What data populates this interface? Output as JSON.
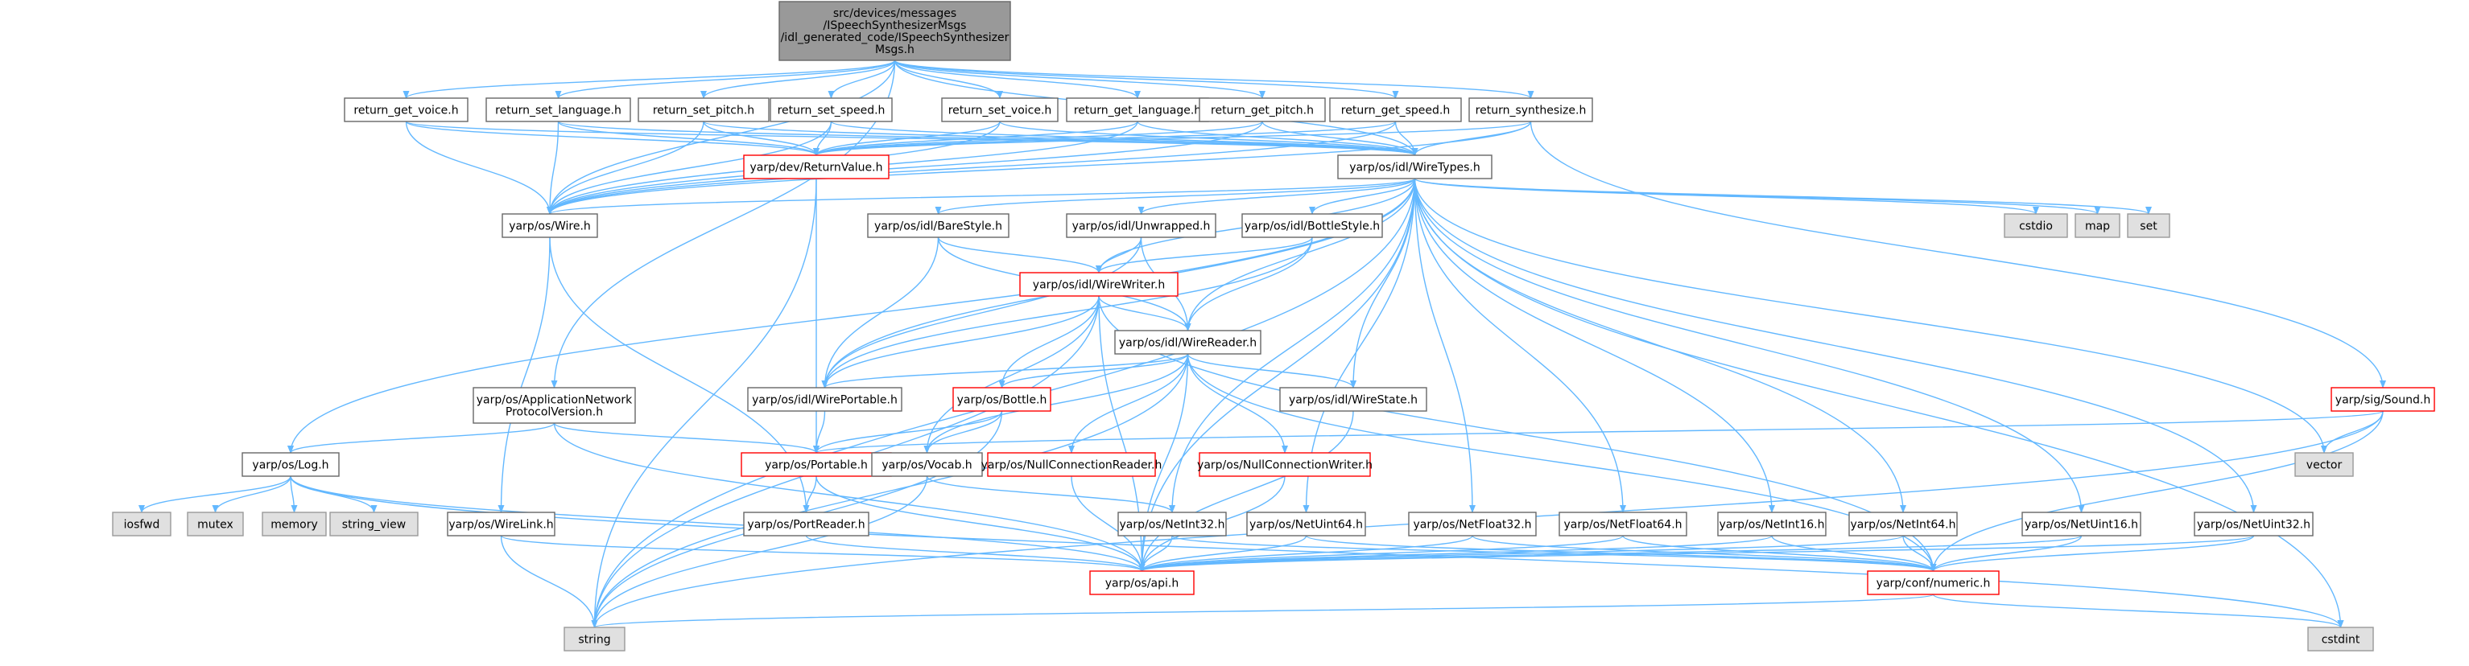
{
  "graph": {
    "colors": {
      "edge": "#63b8ff",
      "root_fill": "#999999",
      "root_stroke": "#666666",
      "node_fill": "#ffffff",
      "node_stroke": "#666666",
      "missing_stroke": "#ff0000",
      "std_fill": "#e0e0e0",
      "std_stroke": "#999999"
    },
    "nodes": [
      {
        "id": "root",
        "kind": "root",
        "lines": [
          "src/devices/messages",
          "/ISpeechSynthesizerMsgs",
          "/idl_generated_code/ISpeechSynthesizer",
          "Msgs.h"
        ]
      },
      {
        "id": "rgv",
        "kind": "normal",
        "lines": [
          "return_get_voice.h"
        ]
      },
      {
        "id": "rsl",
        "kind": "normal",
        "lines": [
          "return_set_language.h"
        ]
      },
      {
        "id": "rsp",
        "kind": "normal",
        "lines": [
          "return_set_pitch.h"
        ]
      },
      {
        "id": "rss",
        "kind": "normal",
        "lines": [
          "return_set_speed.h"
        ]
      },
      {
        "id": "rsv",
        "kind": "normal",
        "lines": [
          "return_set_voice.h"
        ]
      },
      {
        "id": "rgl",
        "kind": "normal",
        "lines": [
          "return_get_language.h"
        ]
      },
      {
        "id": "rgp",
        "kind": "normal",
        "lines": [
          "return_get_pitch.h"
        ]
      },
      {
        "id": "rgs",
        "kind": "normal",
        "lines": [
          "return_get_speed.h"
        ]
      },
      {
        "id": "rsy",
        "kind": "normal",
        "lines": [
          "return_synthesize.h"
        ]
      },
      {
        "id": "retval",
        "kind": "missing",
        "lines": [
          "yarp/dev/ReturnValue.h"
        ]
      },
      {
        "id": "wiretypes",
        "kind": "normal",
        "lines": [
          "yarp/os/idl/WireTypes.h"
        ]
      },
      {
        "id": "wire",
        "kind": "normal",
        "lines": [
          "yarp/os/Wire.h"
        ]
      },
      {
        "id": "barestyle",
        "kind": "normal",
        "lines": [
          "yarp/os/idl/BareStyle.h"
        ]
      },
      {
        "id": "unwrapped",
        "kind": "normal",
        "lines": [
          "yarp/os/idl/Unwrapped.h"
        ]
      },
      {
        "id": "bottlestyle",
        "kind": "normal",
        "lines": [
          "yarp/os/idl/BottleStyle.h"
        ]
      },
      {
        "id": "cstdio",
        "kind": "std",
        "lines": [
          "cstdio"
        ]
      },
      {
        "id": "map",
        "kind": "std",
        "lines": [
          "map"
        ]
      },
      {
        "id": "set",
        "kind": "std",
        "lines": [
          "set"
        ]
      },
      {
        "id": "wirewriter",
        "kind": "missing",
        "lines": [
          "yarp/os/idl/WireWriter.h"
        ]
      },
      {
        "id": "wirereader",
        "kind": "normal",
        "lines": [
          "yarp/os/idl/WireReader.h"
        ]
      },
      {
        "id": "appnet",
        "kind": "normal",
        "lines": [
          "yarp/os/ApplicationNetwork",
          "ProtocolVersion.h"
        ]
      },
      {
        "id": "wireportable",
        "kind": "normal",
        "lines": [
          "yarp/os/idl/WirePortable.h"
        ]
      },
      {
        "id": "bottle",
        "kind": "missing",
        "lines": [
          "yarp/os/Bottle.h"
        ]
      },
      {
        "id": "wirestate",
        "kind": "normal",
        "lines": [
          "yarp/os/idl/WireState.h"
        ]
      },
      {
        "id": "sound",
        "kind": "missing",
        "lines": [
          "yarp/sig/Sound.h"
        ]
      },
      {
        "id": "vector",
        "kind": "std",
        "lines": [
          "vector"
        ]
      },
      {
        "id": "log",
        "kind": "normal",
        "lines": [
          "yarp/os/Log.h"
        ]
      },
      {
        "id": "portable",
        "kind": "missing",
        "lines": [
          "yarp/os/Portable.h"
        ]
      },
      {
        "id": "vocab",
        "kind": "normal",
        "lines": [
          "yarp/os/Vocab.h"
        ]
      },
      {
        "id": "nullreader",
        "kind": "missing",
        "lines": [
          "yarp/os/NullConnectionReader.h"
        ]
      },
      {
        "id": "nullwriter",
        "kind": "missing",
        "lines": [
          "yarp/os/NullConnectionWriter.h"
        ]
      },
      {
        "id": "iosfwd",
        "kind": "std",
        "lines": [
          "iosfwd"
        ]
      },
      {
        "id": "mutex",
        "kind": "std",
        "lines": [
          "mutex"
        ]
      },
      {
        "id": "memory",
        "kind": "std",
        "lines": [
          "memory"
        ]
      },
      {
        "id": "string_view",
        "kind": "std",
        "lines": [
          "string_view"
        ]
      },
      {
        "id": "wirelink",
        "kind": "normal",
        "lines": [
          "yarp/os/WireLink.h"
        ]
      },
      {
        "id": "portreader",
        "kind": "normal",
        "lines": [
          "yarp/os/PortReader.h"
        ]
      },
      {
        "id": "netint32",
        "kind": "normal",
        "lines": [
          "yarp/os/NetInt32.h"
        ]
      },
      {
        "id": "netuint64",
        "kind": "normal",
        "lines": [
          "yarp/os/NetUint64.h"
        ]
      },
      {
        "id": "netfloat32",
        "kind": "normal",
        "lines": [
          "yarp/os/NetFloat32.h"
        ]
      },
      {
        "id": "netfloat64",
        "kind": "normal",
        "lines": [
          "yarp/os/NetFloat64.h"
        ]
      },
      {
        "id": "netint16",
        "kind": "normal",
        "lines": [
          "yarp/os/NetInt16.h"
        ]
      },
      {
        "id": "netint64",
        "kind": "normal",
        "lines": [
          "yarp/os/NetInt64.h"
        ]
      },
      {
        "id": "netuint16",
        "kind": "normal",
        "lines": [
          "yarp/os/NetUint16.h"
        ]
      },
      {
        "id": "netuint32",
        "kind": "normal",
        "lines": [
          "yarp/os/NetUint32.h"
        ]
      },
      {
        "id": "api",
        "kind": "missing",
        "lines": [
          "yarp/os/api.h"
        ]
      },
      {
        "id": "numeric",
        "kind": "missing",
        "lines": [
          "yarp/conf/numeric.h"
        ]
      },
      {
        "id": "string",
        "kind": "std",
        "lines": [
          "string"
        ]
      },
      {
        "id": "cstdint",
        "kind": "std",
        "lines": [
          "cstdint"
        ]
      }
    ],
    "edges": [
      [
        "root",
        "rgv"
      ],
      [
        "root",
        "rsl"
      ],
      [
        "root",
        "rsp"
      ],
      [
        "root",
        "rss"
      ],
      [
        "root",
        "rsv"
      ],
      [
        "root",
        "rgl"
      ],
      [
        "root",
        "rgp"
      ],
      [
        "root",
        "rgs"
      ],
      [
        "root",
        "rsy"
      ],
      [
        "root",
        "wire"
      ],
      [
        "root",
        "wiretypes"
      ],
      [
        "root",
        "appnet"
      ],
      [
        "rgv",
        "retval"
      ],
      [
        "rgv",
        "wiretypes"
      ],
      [
        "rgv",
        "wire"
      ],
      [
        "rsl",
        "retval"
      ],
      [
        "rsl",
        "wiretypes"
      ],
      [
        "rsl",
        "wire"
      ],
      [
        "rsp",
        "retval"
      ],
      [
        "rsp",
        "wiretypes"
      ],
      [
        "rsp",
        "wire"
      ],
      [
        "rss",
        "retval"
      ],
      [
        "rss",
        "wiretypes"
      ],
      [
        "rss",
        "wire"
      ],
      [
        "rsv",
        "retval"
      ],
      [
        "rsv",
        "wiretypes"
      ],
      [
        "rsv",
        "wire"
      ],
      [
        "rgl",
        "retval"
      ],
      [
        "rgl",
        "wiretypes"
      ],
      [
        "rgl",
        "wire"
      ],
      [
        "rgp",
        "retval"
      ],
      [
        "rgp",
        "wiretypes"
      ],
      [
        "rgp",
        "wire"
      ],
      [
        "rgs",
        "retval"
      ],
      [
        "rgs",
        "wiretypes"
      ],
      [
        "rgs",
        "wire"
      ],
      [
        "rsy",
        "retval"
      ],
      [
        "rsy",
        "wiretypes"
      ],
      [
        "rsy",
        "wire"
      ],
      [
        "rsy",
        "sound"
      ],
      [
        "retval",
        "portable"
      ],
      [
        "retval",
        "string"
      ],
      [
        "wiretypes",
        "wire"
      ],
      [
        "wiretypes",
        "barestyle"
      ],
      [
        "wiretypes",
        "unwrapped"
      ],
      [
        "wiretypes",
        "bottlestyle"
      ],
      [
        "wiretypes",
        "cstdio"
      ],
      [
        "wiretypes",
        "map"
      ],
      [
        "wiretypes",
        "set"
      ],
      [
        "wiretypes",
        "wirewriter"
      ],
      [
        "wiretypes",
        "wirereader"
      ],
      [
        "wiretypes",
        "wireportable"
      ],
      [
        "wiretypes",
        "wirestate"
      ],
      [
        "wiretypes",
        "vector"
      ],
      [
        "wiretypes",
        "log"
      ],
      [
        "wiretypes",
        "string"
      ],
      [
        "wiretypes",
        "api"
      ],
      [
        "wiretypes",
        "netint32"
      ],
      [
        "wiretypes",
        "netuint64"
      ],
      [
        "wiretypes",
        "netfloat32"
      ],
      [
        "wiretypes",
        "netfloat64"
      ],
      [
        "wiretypes",
        "netint16"
      ],
      [
        "wiretypes",
        "netint64"
      ],
      [
        "wiretypes",
        "netuint16"
      ],
      [
        "wiretypes",
        "netuint32"
      ],
      [
        "wiretypes",
        "cstdint"
      ],
      [
        "wire",
        "portreader"
      ],
      [
        "wire",
        "wirelink"
      ],
      [
        "barestyle",
        "wirewriter"
      ],
      [
        "barestyle",
        "wirereader"
      ],
      [
        "barestyle",
        "wireportable"
      ],
      [
        "unwrapped",
        "wirewriter"
      ],
      [
        "unwrapped",
        "wirereader"
      ],
      [
        "unwrapped",
        "wireportable"
      ],
      [
        "bottlestyle",
        "wirewriter"
      ],
      [
        "bottlestyle",
        "wirereader"
      ],
      [
        "bottlestyle",
        "wireportable"
      ],
      [
        "wirewriter",
        "wirereader"
      ],
      [
        "wirewriter",
        "wireportable"
      ],
      [
        "wirewriter",
        "bottle"
      ],
      [
        "wirewriter",
        "vocab"
      ],
      [
        "wirewriter",
        "api"
      ],
      [
        "wirewriter",
        "numeric"
      ],
      [
        "wirewriter",
        "string"
      ],
      [
        "wirereader",
        "wireportable"
      ],
      [
        "wirereader",
        "bottle"
      ],
      [
        "wirereader",
        "wirestate"
      ],
      [
        "wirereader",
        "nullreader"
      ],
      [
        "wirereader",
        "nullwriter"
      ],
      [
        "wirereader",
        "vocab"
      ],
      [
        "wirereader",
        "api"
      ],
      [
        "wirereader",
        "numeric"
      ],
      [
        "wirereader",
        "string"
      ],
      [
        "appnet",
        "log"
      ],
      [
        "appnet",
        "portable"
      ],
      [
        "appnet",
        "api"
      ],
      [
        "wireportable",
        "portable"
      ],
      [
        "bottle",
        "portable"
      ],
      [
        "bottle",
        "vocab"
      ],
      [
        "bottle",
        "string"
      ],
      [
        "wirestate",
        "api"
      ],
      [
        "sound",
        "portable"
      ],
      [
        "sound",
        "vector"
      ],
      [
        "sound",
        "numeric"
      ],
      [
        "sound",
        "string"
      ],
      [
        "log",
        "iosfwd"
      ],
      [
        "log",
        "mutex"
      ],
      [
        "log",
        "memory"
      ],
      [
        "log",
        "string_view"
      ],
      [
        "log",
        "api"
      ],
      [
        "log",
        "cstdint"
      ],
      [
        "portable",
        "portreader"
      ],
      [
        "portable",
        "api"
      ],
      [
        "vocab",
        "netint32"
      ],
      [
        "vocab",
        "string"
      ],
      [
        "nullreader",
        "api"
      ],
      [
        "nullwriter",
        "api"
      ],
      [
        "wirelink",
        "api"
      ],
      [
        "wirelink",
        "string"
      ],
      [
        "portreader",
        "api"
      ],
      [
        "netint32",
        "api"
      ],
      [
        "netint32",
        "numeric"
      ],
      [
        "netuint64",
        "api"
      ],
      [
        "netuint64",
        "numeric"
      ],
      [
        "netfloat32",
        "api"
      ],
      [
        "netfloat32",
        "numeric"
      ],
      [
        "netfloat64",
        "api"
      ],
      [
        "netfloat64",
        "numeric"
      ],
      [
        "netint16",
        "api"
      ],
      [
        "netint16",
        "numeric"
      ],
      [
        "netint64",
        "api"
      ],
      [
        "netint64",
        "numeric"
      ],
      [
        "netuint16",
        "api"
      ],
      [
        "netuint16",
        "numeric"
      ],
      [
        "netuint32",
        "api"
      ],
      [
        "netuint32",
        "numeric"
      ],
      [
        "numeric",
        "string"
      ],
      [
        "numeric",
        "cstdint"
      ]
    ]
  }
}
